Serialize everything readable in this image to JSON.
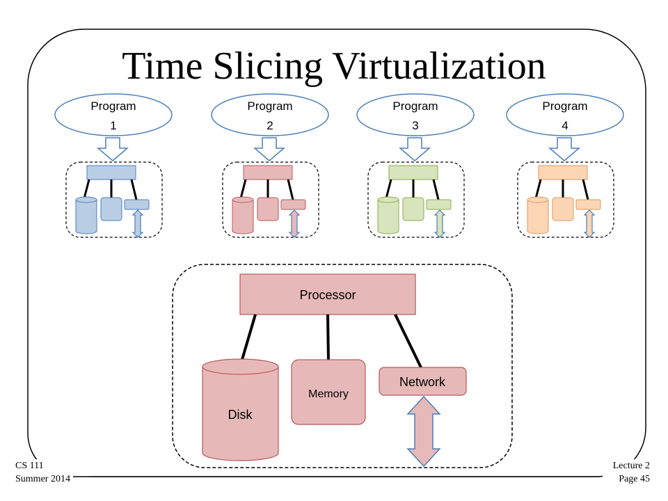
{
  "title": "Time Slicing Virtualization",
  "programs": [
    {
      "line1": "Program",
      "line2": "1",
      "color": "#b9cde5",
      "stroke": "#4a7ebb"
    },
    {
      "line1": "Program",
      "line2": "2",
      "color": "#e6b9b8",
      "stroke": "#b45a5a"
    },
    {
      "line1": "Program",
      "line2": "3",
      "color": "#d7e4bd",
      "stroke": "#8aac4a"
    },
    {
      "line1": "Program",
      "line2": "4",
      "color": "#fcd5b5",
      "stroke": "#d99a5e"
    }
  ],
  "machine": {
    "processor": "Processor",
    "disk": "Disk",
    "memory": "Memory",
    "network": "Network",
    "color": "#e6b9b8",
    "stroke": "#b45a5a"
  },
  "footer": {
    "course": "CS 111",
    "term": "Summer 2014",
    "lecture": "Lecture 2",
    "page": "Page 45"
  },
  "colors": {
    "ellipse_stroke": "#4a7ebb",
    "ellipse_fill": "#ffffff",
    "arrow_stroke": "#4a7ebb"
  }
}
